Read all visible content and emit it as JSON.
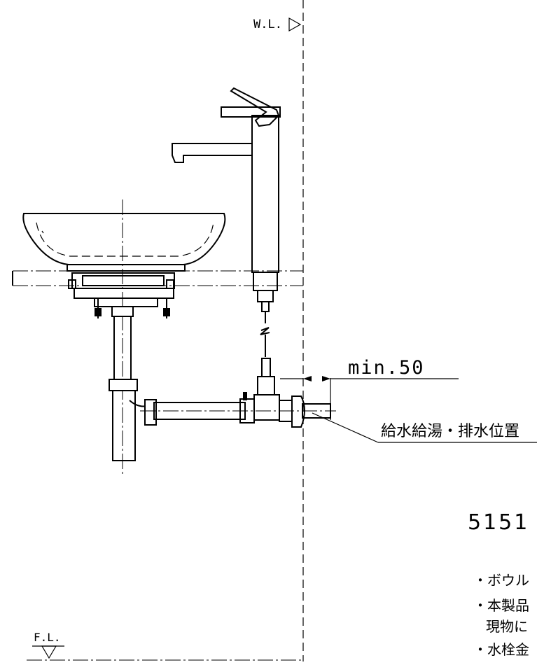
{
  "labels": {
    "water_level": "W.L.",
    "floor_level": "F.L.",
    "dimension": "min.50",
    "position_label": "給水給湯・排水位置",
    "model_number": "5151"
  },
  "notes": [
    "・ボウル",
    "・本製品",
    "現物に",
    "・水栓金"
  ]
}
